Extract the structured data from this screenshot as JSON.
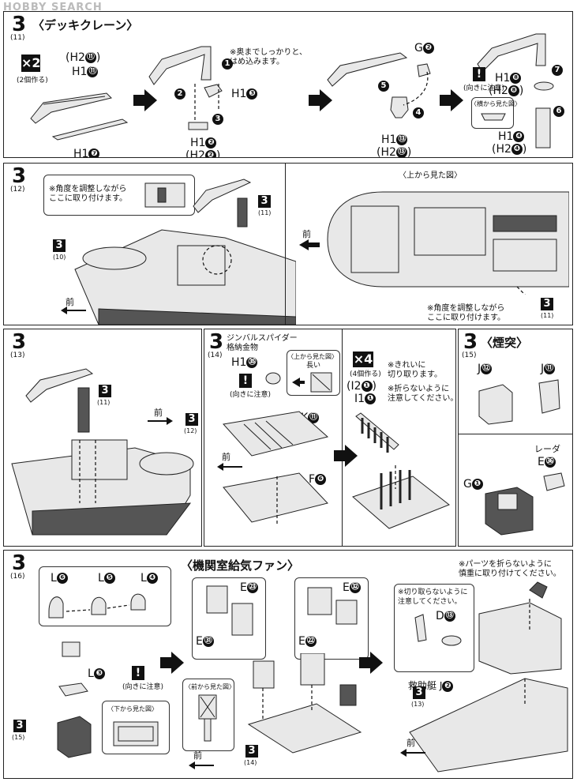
{
  "header": {
    "brand": "HOBBY SEARCH"
  },
  "step11": {
    "num": "3",
    "sub": "(11)",
    "title": "〈デッキクレーン〉",
    "qty": "×2",
    "qty_note": "(2個作る)",
    "h2_11": "(H2",
    "n11": "⑪",
    "close": ")",
    "h1_11": "H1",
    "h1_7": "H1",
    "n7": "❼",
    "note_1": "※奥までしっかりと、",
    "note_2": "はめ込みます。",
    "h1_3": "H1",
    "n3": "❸",
    "h1_2": "H1",
    "h2_2": "(H2",
    "n2": "❷",
    "g2": "G",
    "h1_13": "H1",
    "h2_13": "(H2",
    "n13": "⑬",
    "h1_8": "H1",
    "h2_8": "(H2",
    "n8": "❽",
    "dir_note": "(向きに注意)",
    "side_view": "〈横から見た図〉",
    "h1_4": "H1",
    "h2_4": "(H2",
    "n4": "❹",
    "steps": [
      "1",
      "2",
      "3",
      "4",
      "5",
      "6",
      "7"
    ]
  },
  "step12": {
    "num": "3",
    "sub": "(12)",
    "note_1": "※角度を調整しながら",
    "note_2": "ここに取り付けます。",
    "ref11": "3",
    "ref11_sub": "(11)",
    "ref10": "3",
    "ref10_sub": "(10)",
    "fore": "前",
    "top_view": "〈上から見た図〉",
    "note_b1": "※角度を調整しながら",
    "note_b2": "ここに取り付けます。"
  },
  "step13": {
    "num": "3",
    "sub": "(13)",
    "ref11": "3",
    "ref11_sub": "(11)",
    "ref12": "3",
    "ref12_sub": "(12)",
    "fore": "前"
  },
  "step14": {
    "num": "3",
    "sub": "(14)",
    "gimbal_1": "ジンバルスパイダー",
    "gimbal_2": "格納金物",
    "h1_35": "H1",
    "n35": "㉟",
    "dir_note": "(向きに注意)",
    "top_view": "〈上から見た図〉",
    "long": "長い",
    "k11": "K",
    "n11": "⑪",
    "f6": "F",
    "n6": "❻",
    "fore": "前",
    "qty": "×4",
    "qty_note": "(4個作る)",
    "i2_1": "(I2",
    "i1_1": "I1",
    "n1": "❶",
    "note_1": "※きれいに",
    "note_2": "切り取ります。",
    "note_3": "※折らないように",
    "note_4": "注意してください。"
  },
  "step15": {
    "num": "3",
    "sub": "(15)",
    "title": "〈煙突〉",
    "j12": "J",
    "n12": "⑫",
    "j11": "J",
    "n11": "⑪",
    "radar": "レーダ",
    "e36": "E",
    "n36": "㊱",
    "g1": "G",
    "n1": "❶"
  },
  "step16": {
    "num": "3",
    "sub": "(16)",
    "title": "〈機関室給気ファン〉",
    "l6": "L",
    "n6": "❻",
    "l5": "L",
    "n5": "❺",
    "l4": "L",
    "n4": "❹",
    "l3": "L",
    "n3": "❸",
    "dir_note": "(向きに注意)",
    "bottom_view": "〈下から見た図〉",
    "front_view": "〈前から見た図〉",
    "ref15": "3",
    "ref15_sub": "(15)",
    "e23": "E",
    "n23": "㉓",
    "e31": "E",
    "n31": "㉛",
    "e32": "E",
    "n32": "㉜",
    "e22": "E",
    "n22": "㉒",
    "ref14": "3",
    "ref14_sub": "(14)",
    "fore": "前",
    "note_a1": "※パーツを折らないように",
    "note_a2": "慎重に取り付けてください。",
    "note_b1": "※切り取らないように",
    "note_b2": "注意してください。",
    "d13": "D",
    "n13": "⑬",
    "lifeboat": "救助艇",
    "j2": "J",
    "n2": "❷",
    "ref13": "3",
    "ref13_sub": "(13)",
    "fore2": "前"
  }
}
